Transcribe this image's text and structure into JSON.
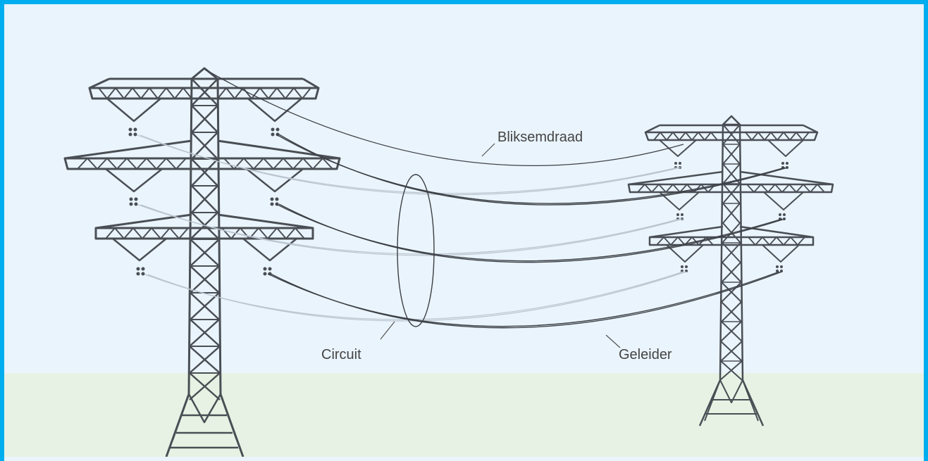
{
  "labels": {
    "ground_wire": "Bliksemdraad",
    "circuit": "Circuit",
    "conductor": "Geleider"
  },
  "colors": {
    "frame": "#00aeef",
    "sky": "#eaf4fc",
    "ground": "#e8f2e4",
    "tower": "#4a4f55",
    "wire_dark": "#3c4046",
    "wire_light": "#b9c4ce",
    "text": "#444444"
  }
}
